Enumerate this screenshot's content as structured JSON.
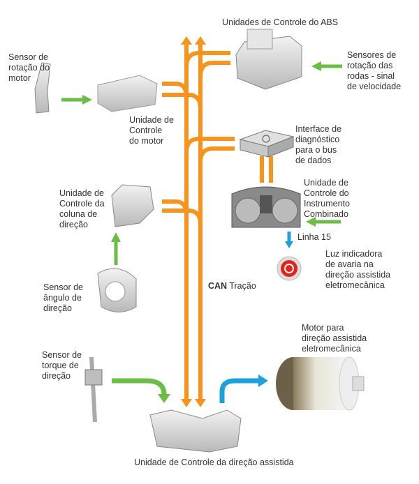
{
  "labels": {
    "abs": "Unidades de Controle do ABS",
    "wheel_sensors": "Sensores de\nrotação das\nrodas - sinal\nde velocidade",
    "engine_sensor": "Sensor de\nrotação do\nmotor",
    "engine_ecu": "Unidade de\nControle\ndo motor",
    "diagnostic": "Interface de\ndiagnóstico\npara o bus\nde dados",
    "instrument": "Unidade de\nControle do\nInstrumento\nCombinado",
    "line15": "Linha 15",
    "warning_light": "Luz indicadora\nde avaria na\ndireção assistida\neletromecânica",
    "column_ecu": "Unidade de\nControle da\ncoluna de\ndireção",
    "angle_sensor": "Sensor de\nângulo de\ndireção",
    "can_bold": "CAN",
    "can_rest": " Tração",
    "motor": "Motor para\ndireção assistida\neletromecânica",
    "torque_sensor": "Sensor de\ntorque de\ndireção",
    "steering_ecu": "Unidade de Controle da direção assistida"
  },
  "colors": {
    "bus": "#f7941d",
    "input": "#6cbd45",
    "output": "#1ea0dc",
    "warning": "#e2231a"
  }
}
